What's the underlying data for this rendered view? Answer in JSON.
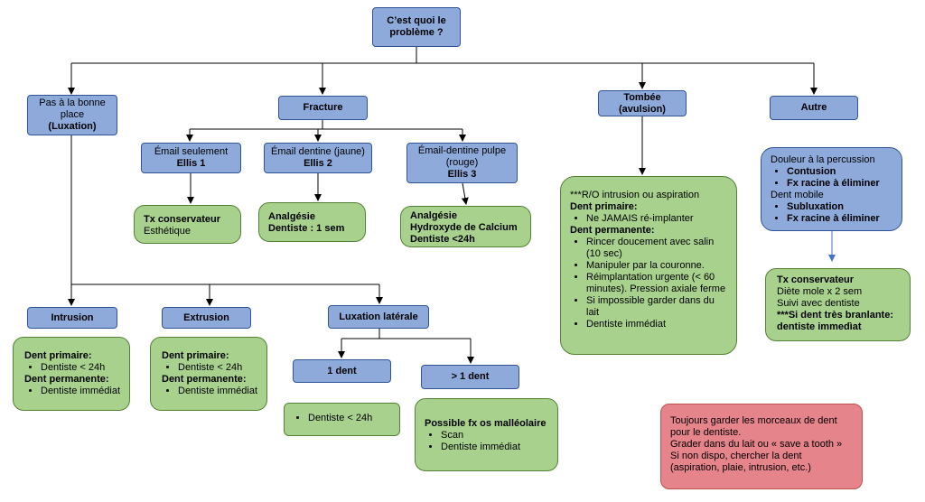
{
  "root": {
    "line1": "C’est quoi le",
    "line2": "problème ?"
  },
  "luxation": {
    "line1": "Pas à la bonne",
    "line2": "place",
    "line3": "(Luxation)"
  },
  "fracture": {
    "label": "Fracture"
  },
  "tombee": {
    "line1": "Tombée",
    "line2": "(avulsion)"
  },
  "autre": {
    "label": "Autre"
  },
  "ellis1": {
    "line1": "Émail seulement",
    "line2": "Ellis 1"
  },
  "ellis2": {
    "line1": "Émail dentine (jaune)",
    "line2": "Ellis 2"
  },
  "ellis3": {
    "line1": "Émail-dentine pulpe",
    "line2": "(rouge)",
    "line3": "Ellis 3"
  },
  "tx_ellis1": {
    "line1": "Tx conservateur",
    "line2": "Esthétique"
  },
  "tx_ellis2": {
    "line1": "Analgésie",
    "line2": "Dentiste : 1 sem"
  },
  "tx_ellis3": {
    "line1": "Analgésie",
    "line2": "Hydroxyde de Calcium",
    "line3": "Dentiste <24h"
  },
  "avulsion_tx": {
    "intro": "***R/O intrusion ou aspiration",
    "primary_title": "Dent primaire:",
    "primary_items": [
      "Ne JAMAIS ré-implanter"
    ],
    "permanent_title": "Dent permanente:",
    "permanent_items": [
      "Rincer doucement avec salin (10 sec)",
      "Manipuler par la couronne.",
      "Réimplantation urgente (< 60 minutes). Pression axiale ferme",
      "Si impossible garder dans du lait",
      "Dentiste immédiat"
    ]
  },
  "autre_detail": {
    "line1": "Douleur à la percussion",
    "items1": [
      "Contusion",
      "Fx racine à éliminer"
    ],
    "line2": "Dent mobile",
    "items2": [
      "Subluxation",
      "Fx racine à éliminer"
    ]
  },
  "autre_tx": {
    "line1": "Tx conservateur",
    "line2": "Diète mole x 2 sem",
    "line3": "Suivi avec dentiste",
    "line4": "***Si dent très branlante:",
    "line5": "dentiste immedìat"
  },
  "intrusion": {
    "label": "Intrusion"
  },
  "extrusion": {
    "label": "Extrusion"
  },
  "laterale": {
    "label": "Luxation latérale"
  },
  "intrusion_tx": {
    "primary_title": "Dent primaire:",
    "primary_items": [
      "Dentiste < 24h"
    ],
    "permanent_title": "Dent permanente:",
    "permanent_items": [
      "Dentiste immédiat"
    ]
  },
  "extrusion_tx": {
    "primary_title": "Dent primaire:",
    "primary_items": [
      "Dentiste < 24h"
    ],
    "permanent_title": "Dent permanente:",
    "permanent_items": [
      "Dentiste immédiat"
    ]
  },
  "one_dent": {
    "label": "1 dent"
  },
  "more_dent": {
    "label": "> 1 dent"
  },
  "one_dent_tx": {
    "items": [
      "Dentiste < 24h"
    ]
  },
  "more_dent_tx": {
    "title": "Possible fx os malléolaire",
    "items": [
      "Scan",
      "Dentiste immédiat"
    ]
  },
  "note": {
    "lines": [
      "Toujours garder les morceaux de dent pour le dentiste.",
      "Grader dans du lait ou « save a tooth »",
      "Si non dispo, chercher la dent (aspiration, plaie, intrusion, etc.)"
    ]
  }
}
